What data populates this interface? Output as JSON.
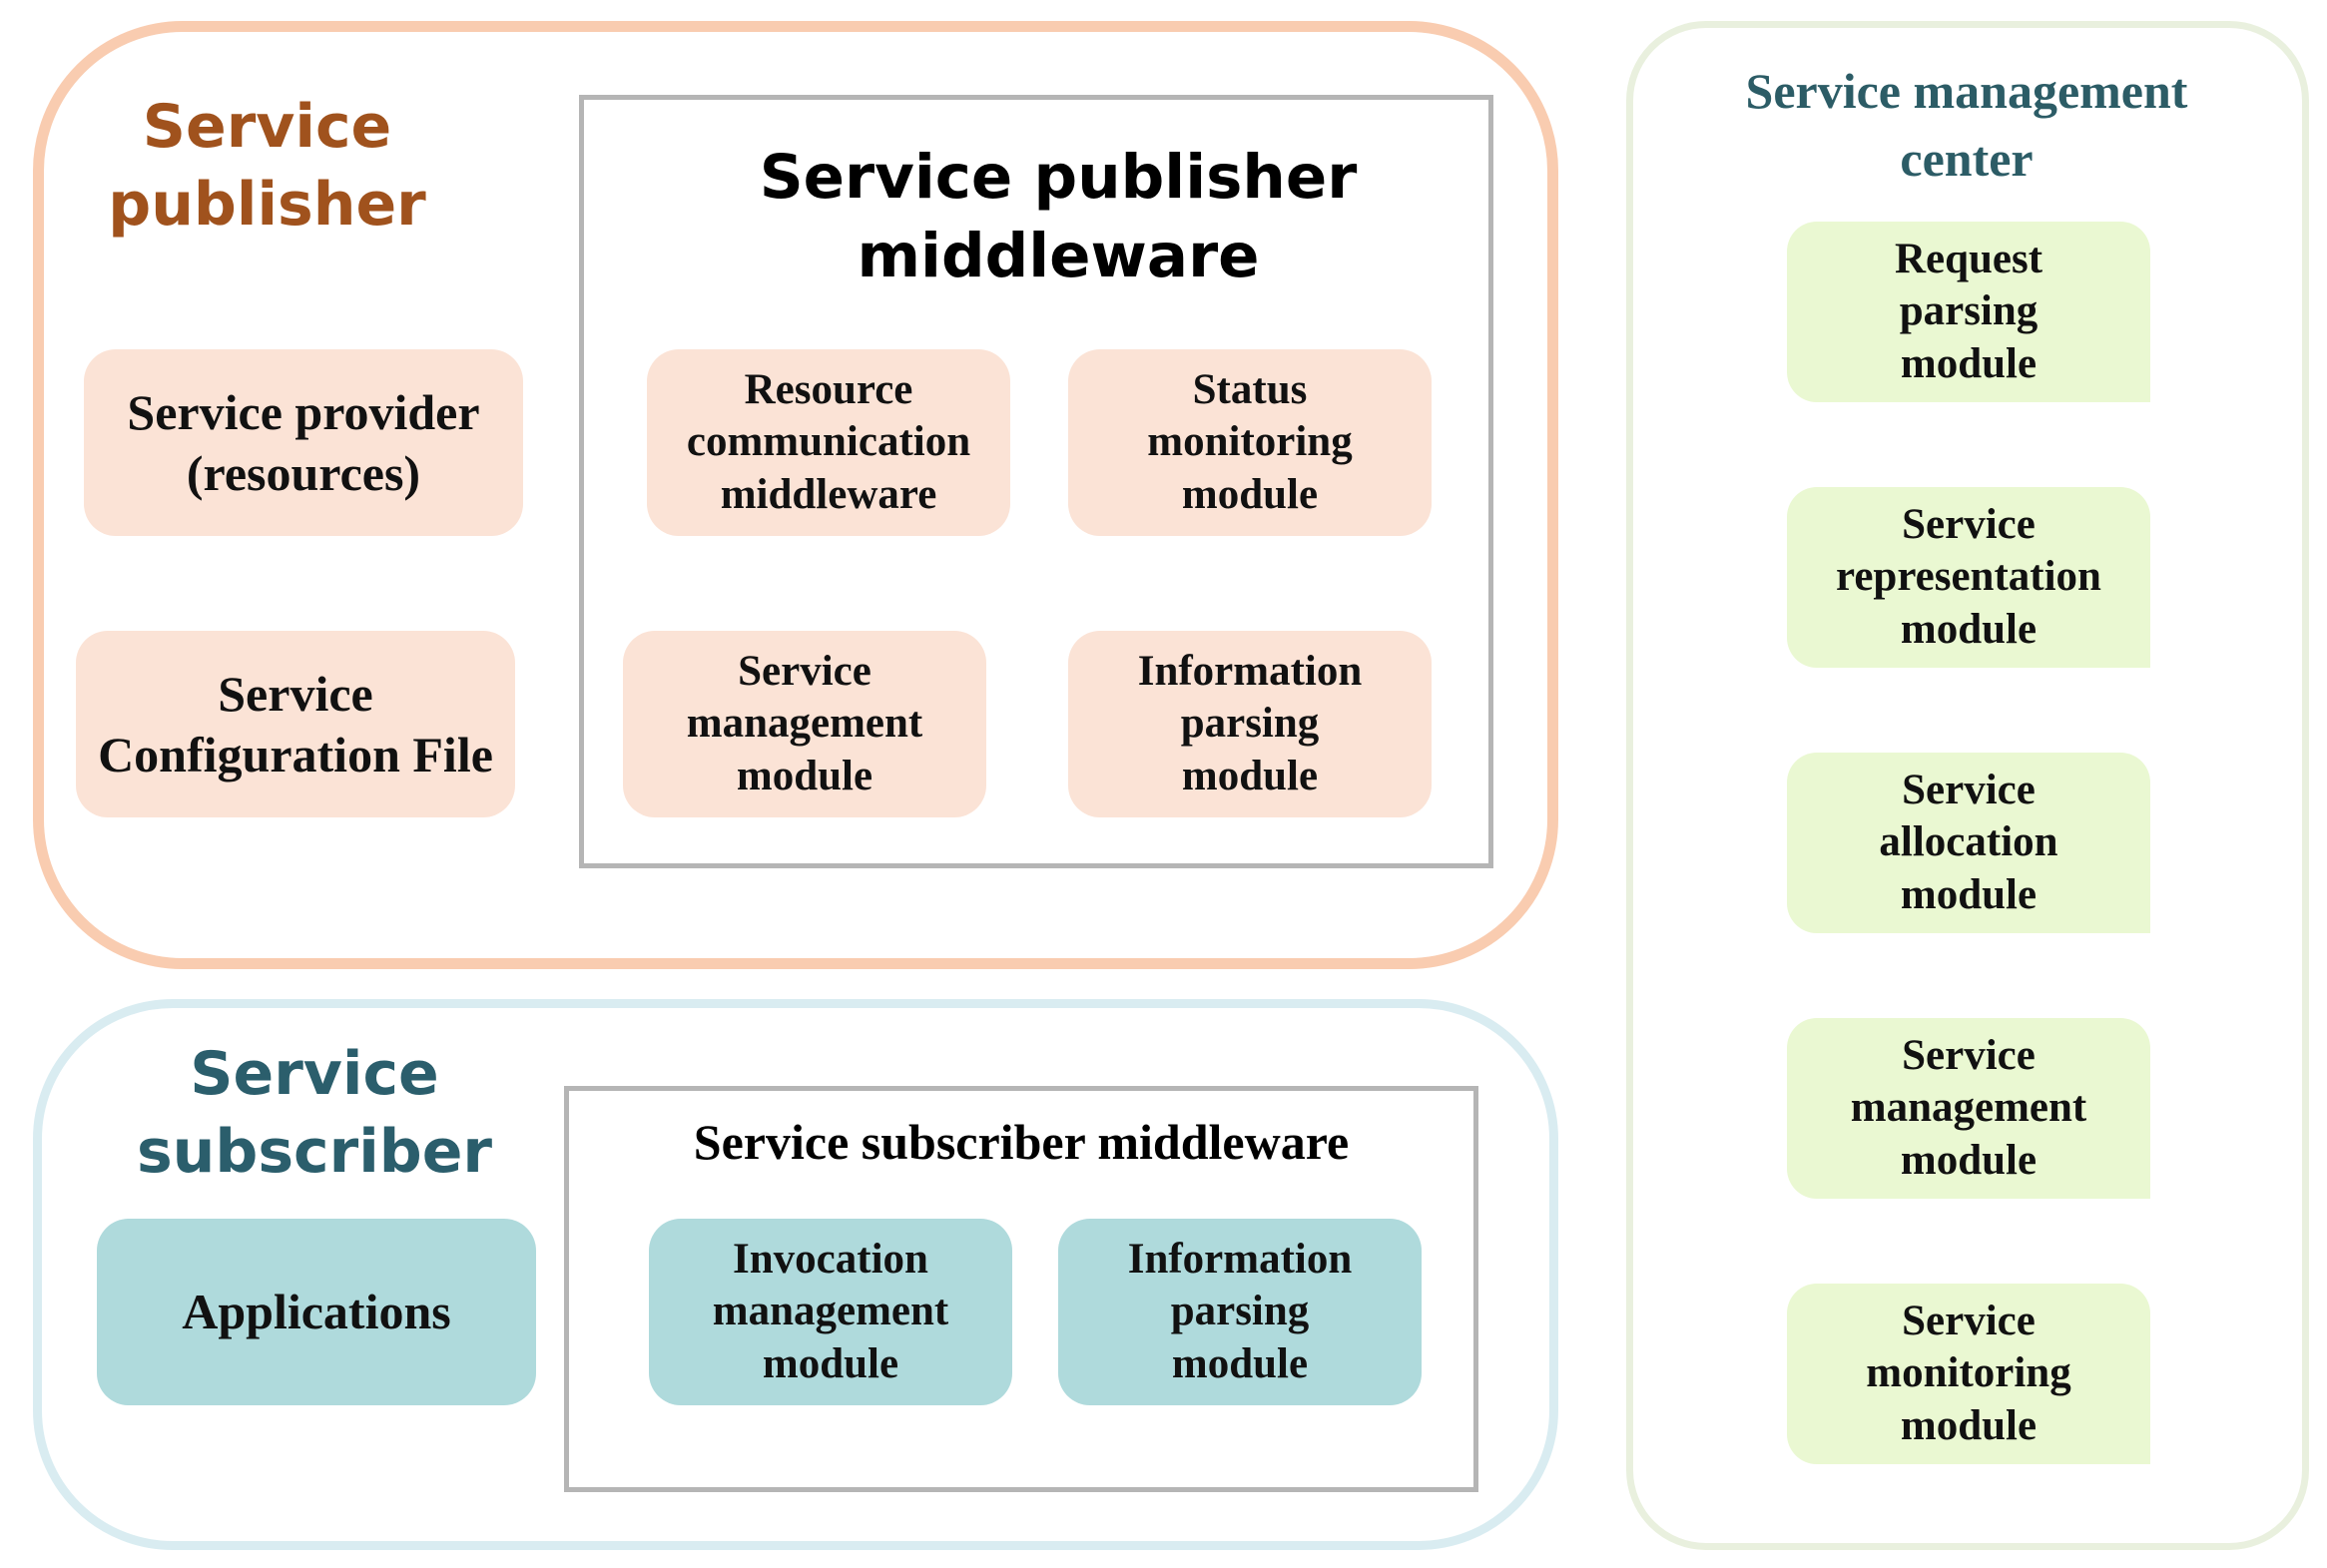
{
  "publisher": {
    "title": "Service\npublisher",
    "provider": "Service provider\n(resources)",
    "config_file": "Service\nConfiguration File",
    "middleware": {
      "title": "Service publisher\nmiddleware",
      "modules": [
        "Resource\ncommunication\nmiddleware",
        "Status\nmonitoring\nmodule",
        "Service\nmanagement\nmodule",
        "Information\nparsing\nmodule"
      ]
    }
  },
  "subscriber": {
    "title": "Service\nsubscriber",
    "applications": "Applications",
    "middleware": {
      "title": "Service subscriber middleware",
      "modules": [
        "Invocation\nmanagement\nmodule",
        "Information\nparsing\nmodule"
      ]
    }
  },
  "management_center": {
    "title": "Service management\ncenter",
    "modules": [
      "Request\nparsing\nmodule",
      "Service\nrepresentation\nmodule",
      "Service\nallocation\nmodule",
      "Service\nmanagement\nmodule",
      "Service\nmonitoring\nmodule"
    ]
  },
  "colors": {
    "publisher_accent": "#a0521d",
    "subscriber_accent": "#2b5e6c",
    "center_accent": "#2c5c66",
    "publisher_border": "#f9ccb0",
    "subscriber_border": "#d9ecf1",
    "center_border": "#e9f0de",
    "peach_fill": "#fbe3d6",
    "teal_fill": "#afdadc",
    "lime_fill": "#eaf8d2"
  }
}
